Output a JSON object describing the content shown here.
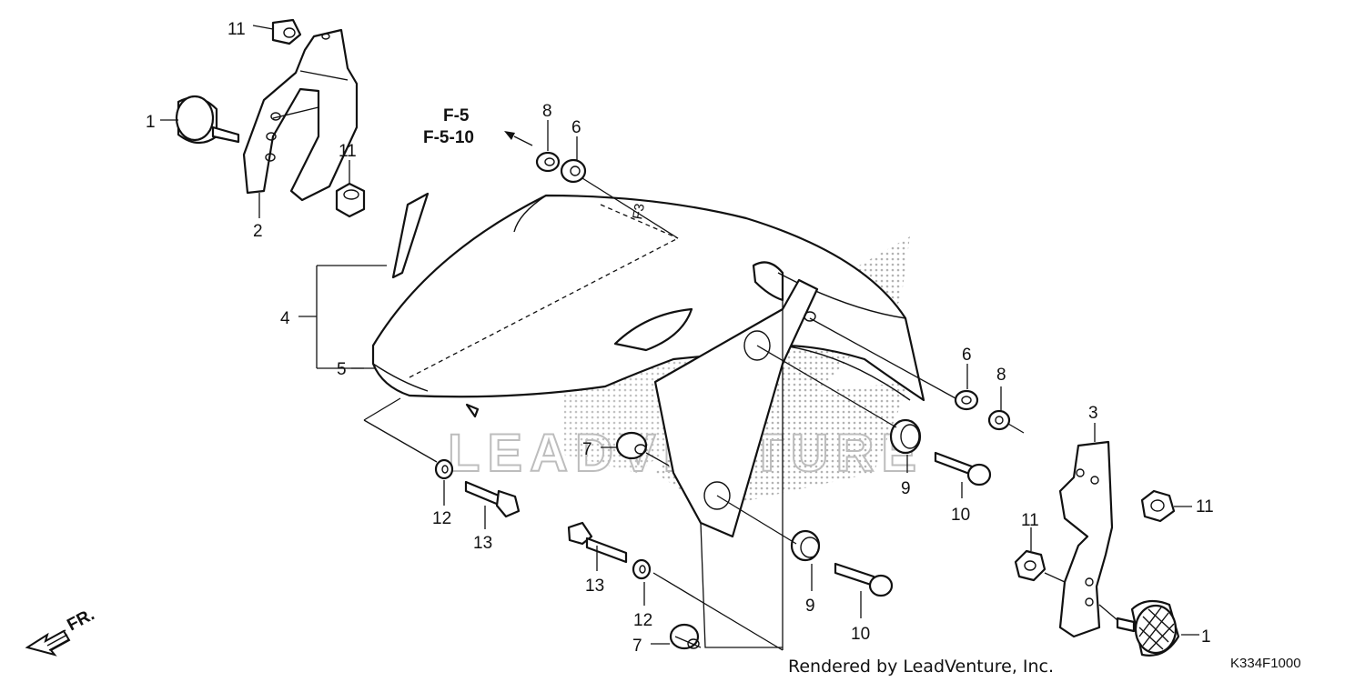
{
  "watermark": {
    "text": "LEADVENTURE"
  },
  "references": {
    "line1": "F-5",
    "line2": "F-5-10"
  },
  "callouts": {
    "c1_left": "1",
    "c1_right": "1",
    "c2": "2",
    "c3": "3",
    "c4": "4",
    "c5": "5",
    "c6_top": "6",
    "c6_right": "6",
    "c7_mid": "7",
    "c7_bottom": "7",
    "c8_top": "8",
    "c8_right": "8",
    "c9_upper": "9",
    "c9_lower": "9",
    "c10_upper": "10",
    "c10_lower": "10",
    "c11_topleft": "11",
    "c11_leftbracket": "11",
    "c11_rightbracket": "11",
    "c11_right": "11",
    "c12_left": "12",
    "c12_lower": "12",
    "c13_left": "13",
    "c13_lower": "13"
  },
  "direction_label": "FR.",
  "credit": "Rendered by LeadVenture, Inc.",
  "diagram_code": "K334F1000",
  "icons": [
    "front-direction-arrow-icon",
    "reference-arrow-icon"
  ]
}
